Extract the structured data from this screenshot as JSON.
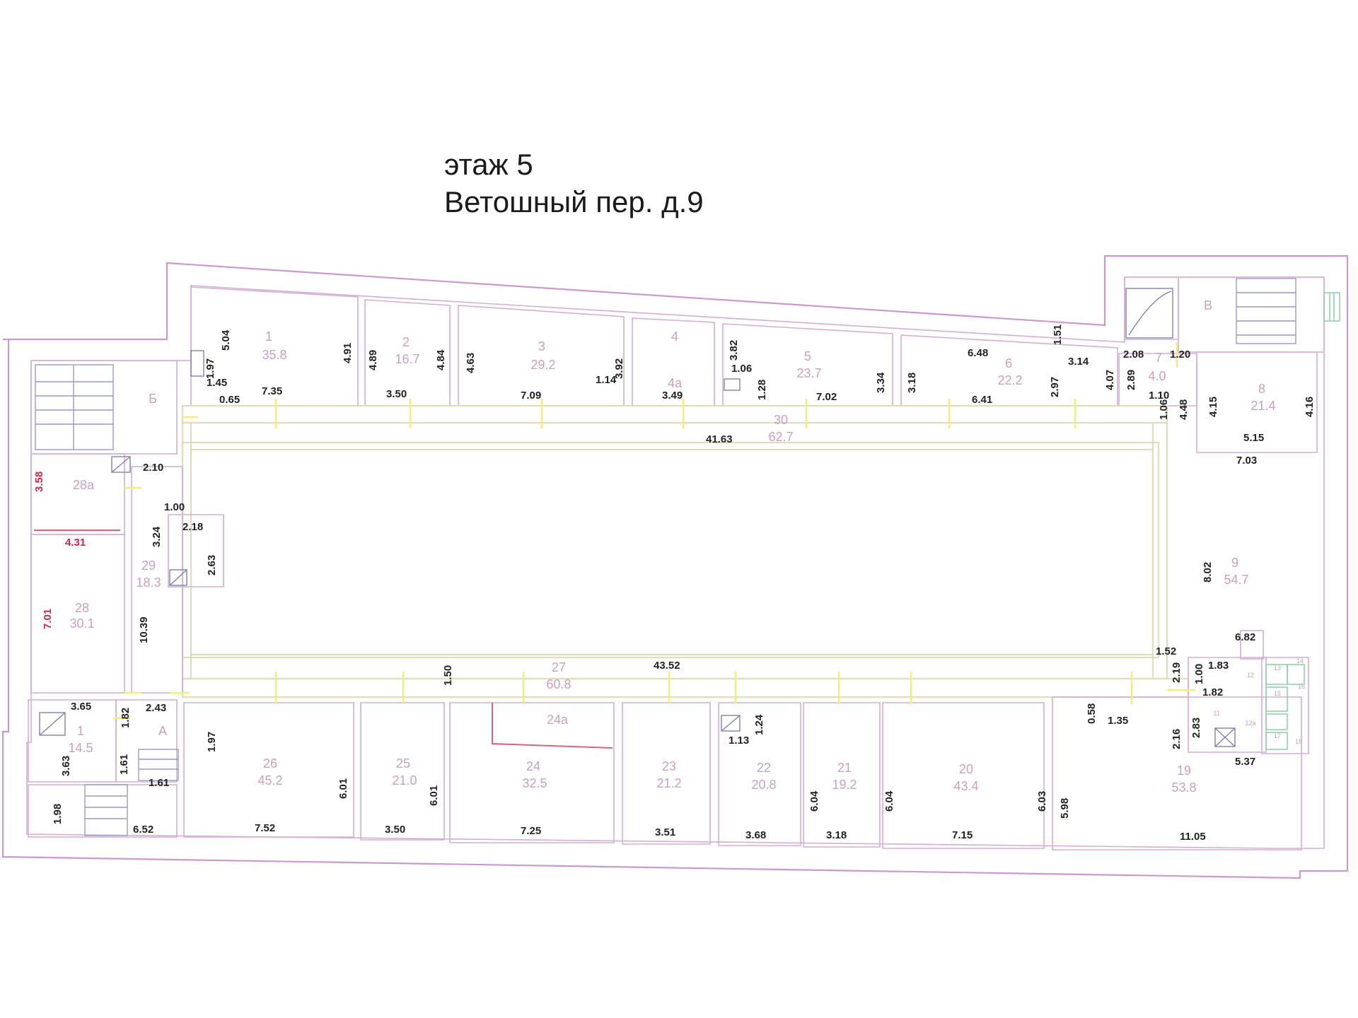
{
  "title": {
    "line1": "этаж 5",
    "line2": "Ветошный пер. д.9"
  },
  "colors": {
    "walls": "#cc99cc",
    "corridor": "#e0ddb8",
    "red_dims": "#d0254a",
    "doors": "#f0ef7a",
    "stairs": "#9999cc"
  },
  "rooms": [
    {
      "id": "r1",
      "num": "1",
      "area": "35.8"
    },
    {
      "id": "r2",
      "num": "2",
      "area": "16.7"
    },
    {
      "id": "r3",
      "num": "3",
      "area": "29.2"
    },
    {
      "id": "r4",
      "num": "4",
      "area": ""
    },
    {
      "id": "r4a",
      "num": "4а",
      "area": ""
    },
    {
      "id": "r5",
      "num": "5",
      "area": "23.7"
    },
    {
      "id": "r6",
      "num": "6",
      "area": "22.2"
    },
    {
      "id": "r7",
      "num": "7",
      "area": "4.0"
    },
    {
      "id": "r8",
      "num": "8",
      "area": "21.4"
    },
    {
      "id": "r9",
      "num": "9",
      "area": "54.7"
    },
    {
      "id": "rB",
      "num": "В",
      "area": ""
    },
    {
      "id": "rBe",
      "num": "Б",
      "area": ""
    },
    {
      "id": "r30",
      "num": "30",
      "area": "62.7"
    },
    {
      "id": "r27",
      "num": "27",
      "area": "60.8"
    },
    {
      "id": "r28a",
      "num": "28а",
      "area": ""
    },
    {
      "id": "r28",
      "num": "28",
      "area": "30.1"
    },
    {
      "id": "r29",
      "num": "29",
      "area": "18.3"
    },
    {
      "id": "r1b",
      "num": "1",
      "area": "14.5"
    },
    {
      "id": "rA",
      "num": "А",
      "area": ""
    },
    {
      "id": "r26",
      "num": "26",
      "area": "45.2"
    },
    {
      "id": "r25",
      "num": "25",
      "area": "21.0"
    },
    {
      "id": "r24a",
      "num": "24а",
      "area": ""
    },
    {
      "id": "r24",
      "num": "24",
      "area": "32.5"
    },
    {
      "id": "r23",
      "num": "23",
      "area": "21.2"
    },
    {
      "id": "r22",
      "num": "22",
      "area": "20.8"
    },
    {
      "id": "r21",
      "num": "21",
      "area": "19.2"
    },
    {
      "id": "r20",
      "num": "20",
      "area": "43.4"
    },
    {
      "id": "r19",
      "num": "19",
      "area": "53.8"
    },
    {
      "id": "r11",
      "num": "11",
      "area": ""
    },
    {
      "id": "r12",
      "num": "12",
      "area": ""
    },
    {
      "id": "r12a",
      "num": "12а",
      "area": ""
    },
    {
      "id": "r13",
      "num": "13",
      "area": ""
    },
    {
      "id": "r14",
      "num": "14",
      "area": ""
    },
    {
      "id": "r15",
      "num": "15",
      "area": ""
    },
    {
      "id": "r16",
      "num": "16",
      "area": ""
    },
    {
      "id": "r17",
      "num": "17",
      "area": ""
    },
    {
      "id": "r18",
      "num": "18",
      "area": ""
    }
  ],
  "dimensions": [
    "1.97",
    "5.04",
    "4.91",
    "4.89",
    "4.84",
    "4.63",
    "3.92",
    "3.82",
    "1.06",
    "1.28",
    "3.34",
    "3.18",
    "6.48",
    "1.51",
    "3.14",
    "4.07",
    "2.08",
    "2.89",
    "1.20",
    "1.10",
    "1.06",
    "4.48",
    "4.15",
    "4.16",
    "1.45",
    "0.65",
    "7.35",
    "3.50",
    "7.09",
    "1.14",
    "3.49",
    "7.02",
    "6.41",
    "2.97",
    "5.15",
    "7.03",
    "41.63",
    "2.10",
    "1.00",
    "2.18",
    "3.24",
    "2.63",
    "8.02",
    "6.82",
    "1.52",
    "1.83",
    "1.00",
    "1.82",
    "2.19",
    "2.83",
    "2.16",
    "5.37",
    "0.58",
    "1.35",
    "43.52",
    "1.50",
    "3.65",
    "1.82",
    "2.43",
    "1.97",
    "3.63",
    "1.61",
    "1.61",
    "1.98",
    "6.52",
    "7.52",
    "6.01",
    "3.50",
    "6.01",
    "7.25",
    "3.51",
    "1.24",
    "1.13",
    "6.04",
    "6.04",
    "3.68",
    "3.18",
    "7.15",
    "6.03",
    "5.98",
    "11.05",
    "10.39"
  ],
  "red_dimensions": [
    "3.58",
    "4.31",
    "7.01"
  ]
}
